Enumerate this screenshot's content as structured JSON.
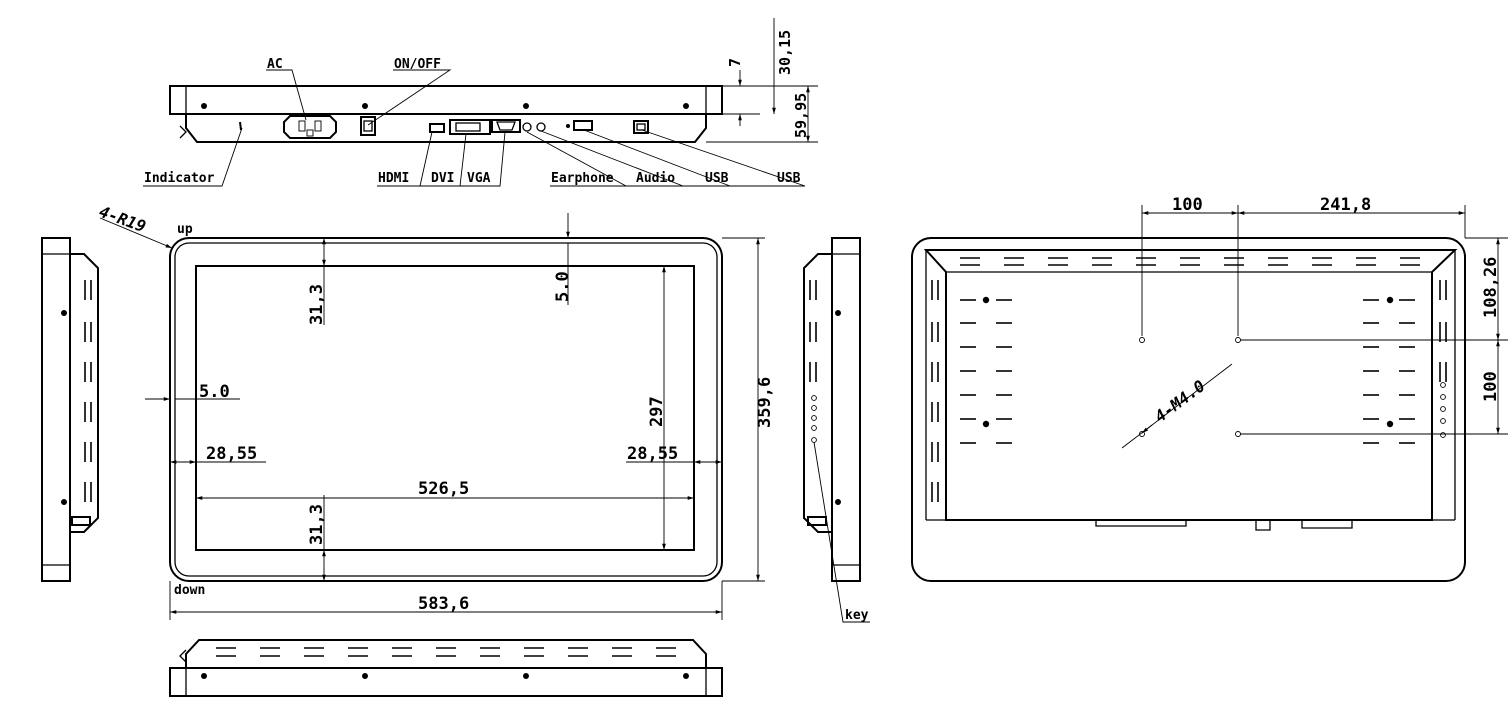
{
  "top_view": {
    "labels": {
      "ac": "AC",
      "on_off": "ON/OFF",
      "indicator": "Indicator",
      "hdmi": "HDMI",
      "dvi": "DVI",
      "vga": "VGA",
      "earphone": "Earphone",
      "audio": "Audio",
      "usb1": "USB",
      "usb2": "USB"
    },
    "dims": {
      "d7": "7",
      "d30_15": "30,15",
      "d59_95": "59,95"
    }
  },
  "front_view": {
    "radius": "4-R19",
    "up": "up",
    "down": "down",
    "dims": {
      "top_border": "31,3",
      "bottom_border": "31,3",
      "top_bezel": "5.0",
      "left_bezel": "5.0",
      "left_offset": "28,55",
      "right_offset": "28,55",
      "active_height": "297",
      "active_width": "526,5",
      "overall_height": "359,6",
      "overall_width": "583,6"
    }
  },
  "side_view": {
    "key": "key"
  },
  "rear_view": {
    "dims": {
      "h100": "100",
      "h241_8": "241,8",
      "v108_26": "108,26",
      "v100": "100",
      "mount": "4-M4.0"
    }
  },
  "colors": {
    "line": "#000000",
    "background": "#ffffff"
  }
}
